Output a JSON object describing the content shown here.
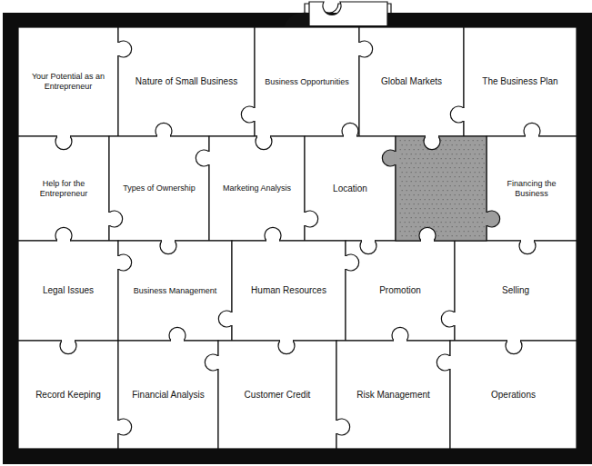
{
  "diagram": {
    "nodes": [
      {
        "text": [
          "Your Potential as an Entrepreneur"
        ]
      },
      {
        "text": [
          "Nature of Small Business"
        ]
      },
      {
        "text": [
          "Business Opportunities"
        ]
      },
      {
        "text": [
          "Global Markets"
        ]
      },
      {
        "text": [
          "The Business Plan"
        ]
      },
      {
        "text": [
          "Help for the Entrepreneur"
        ]
      },
      {
        "text": [
          "Types of Ownership"
        ]
      },
      {
        "text": [
          "Marketing Analysis"
        ]
      },
      {
        "text": [
          "Location"
        ]
      },
      {
        "text": [
          "Financing the Business"
        ]
      },
      {
        "text": [
          "Legal Issues"
        ]
      },
      {
        "text": [
          "Business Management"
        ]
      },
      {
        "text": [
          "Human Resources"
        ]
      },
      {
        "text": [
          "Promotion"
        ]
      },
      {
        "text": [
          "Selling"
        ]
      },
      {
        "text": [
          "Record Keeping"
        ]
      },
      {
        "text": [
          "Financial Analysis"
        ]
      },
      {
        "text": [
          "Customer Credit"
        ]
      },
      {
        "text": [
          "Risk Management"
        ]
      },
      {
        "text": [
          "Operations"
        ]
      }
    ]
  }
}
